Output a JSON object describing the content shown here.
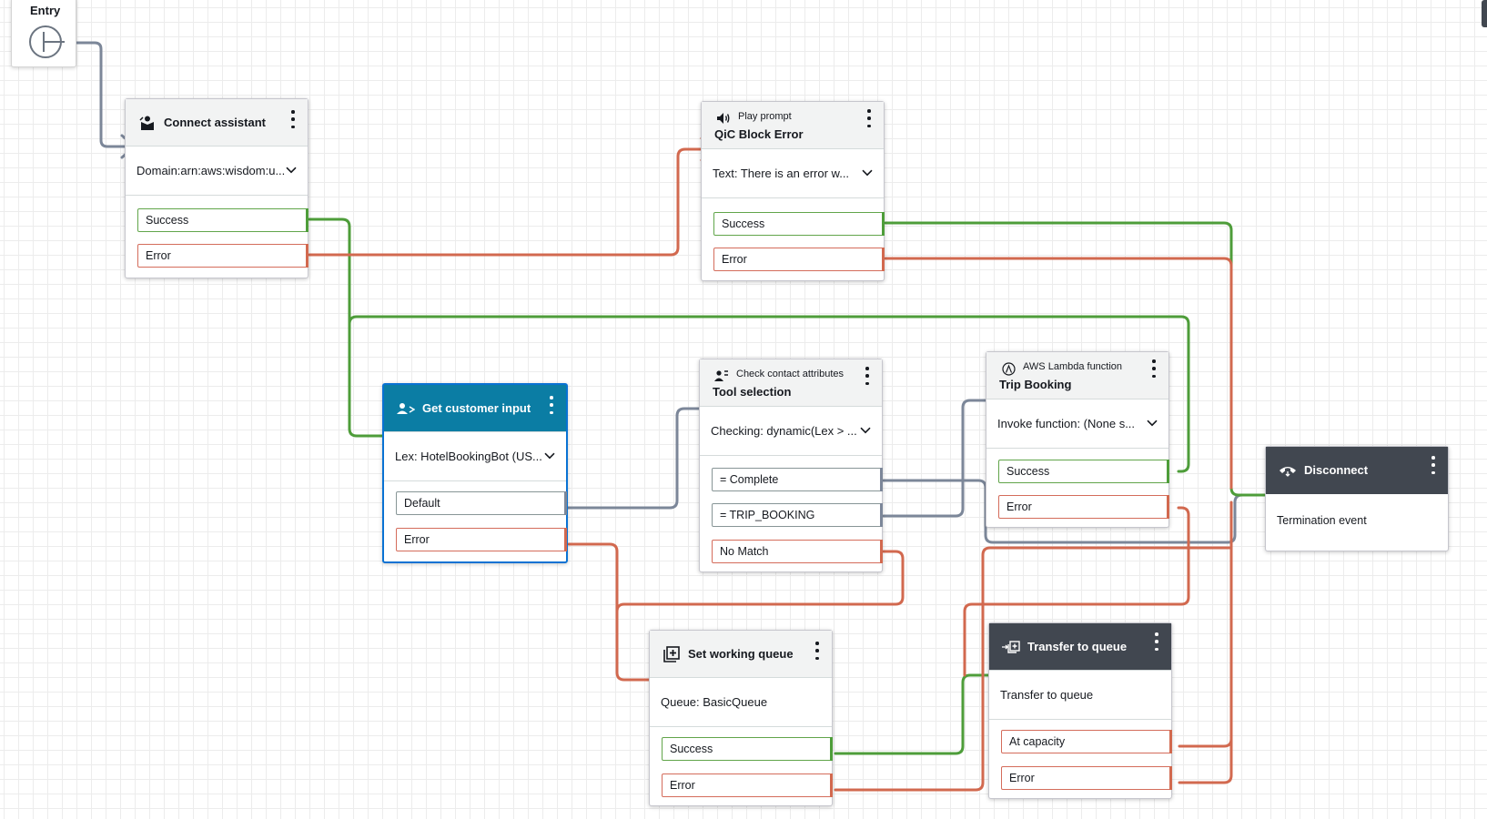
{
  "colors": {
    "success_wire": "#4e9d3a",
    "error_wire": "#d2694f",
    "neutral_wire": "#7c8799",
    "dark_header": "#414750",
    "selected_header": "#0b7da4"
  },
  "entry": {
    "label": "Entry",
    "icon": "entry-point-icon"
  },
  "blocks": {
    "connect_assistant": {
      "title": "Connect assistant",
      "icon": "assistant-icon",
      "param": "Domain:arn:aws:wisdom:u...",
      "branches": [
        "Success",
        "Error"
      ]
    },
    "play_prompt": {
      "type": "Play prompt",
      "title": "QiC Block Error",
      "icon": "speaker-icon",
      "param": "Text: There is an error w...",
      "branches": [
        "Success",
        "Error"
      ]
    },
    "get_customer_input": {
      "title": "Get customer input",
      "icon": "customer-input-icon",
      "param": "Lex: HotelBookingBot (US...",
      "branches": [
        "Default",
        "Error"
      ]
    },
    "check_contact_attributes": {
      "type": "Check contact attributes",
      "title": "Tool selection",
      "icon": "check-attributes-icon",
      "param": "Checking: dynamic(Lex > ...",
      "branches": [
        "= Complete",
        "= TRIP_BOOKING",
        "No Match"
      ]
    },
    "lambda": {
      "type": "AWS Lambda function",
      "title": "Trip Booking",
      "icon": "lambda-icon",
      "param": "Invoke function: (None s...",
      "branches": [
        "Success",
        "Error"
      ]
    },
    "disconnect": {
      "title": "Disconnect",
      "icon": "hangup-icon",
      "description": "Termination event"
    },
    "set_working_queue": {
      "title": "Set working queue",
      "icon": "add-queue-icon",
      "param": "Queue: BasicQueue",
      "branches": [
        "Success",
        "Error"
      ]
    },
    "transfer_to_queue": {
      "title": "Transfer to queue",
      "icon": "transfer-icon",
      "description": "Transfer to queue",
      "branches": [
        "At capacity",
        "Error"
      ]
    }
  }
}
